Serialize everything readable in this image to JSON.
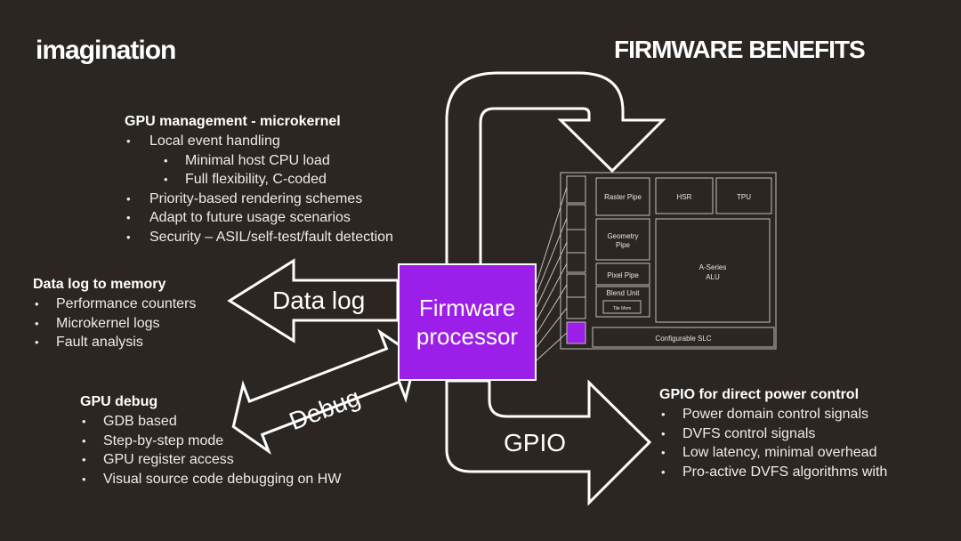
{
  "header": {
    "logo": "imagination",
    "title": "FIRMWARE BENEFITS"
  },
  "firmware_processor": {
    "label_line1": "Firmware",
    "label_line2": "processor"
  },
  "arrows": {
    "data_log": "Data log",
    "debug": "Debug",
    "gpio": "GPIO"
  },
  "gpu_management": {
    "heading": "GPU management - microkernel",
    "items": [
      {
        "level": 1,
        "text": "Local event handling"
      },
      {
        "level": 2,
        "text": "Minimal host CPU load"
      },
      {
        "level": 2,
        "text": "Full flexibility, C-coded"
      },
      {
        "level": 1,
        "text": "Priority-based rendering schemes"
      },
      {
        "level": 1,
        "text": "Adapt to future usage scenarios"
      },
      {
        "level": 1,
        "text": "Security – ASIL/self-test/fault detection"
      }
    ]
  },
  "data_log": {
    "heading": "Data log to memory",
    "items": [
      "Performance counters",
      "Microkernel logs",
      "Fault analysis"
    ]
  },
  "gpu_debug": {
    "heading": "GPU debug",
    "items": [
      "GDB based",
      "Step-by-step mode",
      "GPU register access",
      "Visual source code debugging on HW"
    ]
  },
  "gpio": {
    "heading": "GPIO for direct power control",
    "items": [
      "Power domain control signals",
      "DVFS control signals",
      "Low latency, minimal overhead",
      "Pro-active DVFS algorithms with"
    ]
  },
  "gpu_diagram": {
    "raster_pipe": "Raster Pipe",
    "hsr": "HSR",
    "tpu": "TPU",
    "geometry_pipe_1": "Geometry",
    "geometry_pipe_2": "Pipe",
    "pixel_pipe": "Pixel Pipe",
    "blend_unit": "Blend Unit",
    "tile_mem": "Tile Mem",
    "alu_1": "A-Series",
    "alu_2": "ALU",
    "slc": "Configurable SLC"
  }
}
